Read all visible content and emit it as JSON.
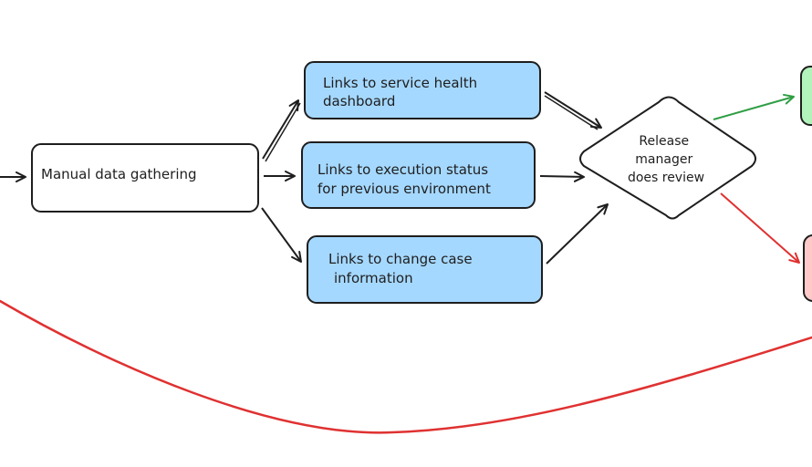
{
  "diagram": {
    "nodes": {
      "manual_data_gathering": {
        "label": "Manual data gathering"
      },
      "service_health": {
        "lines": [
          "Links to service health",
          "dashboard"
        ]
      },
      "execution_status": {
        "lines": [
          "Links to execution status",
          "for previous environment"
        ]
      },
      "change_case": {
        "lines": [
          "Links to change case",
          "information"
        ]
      },
      "release_review": {
        "lines": [
          "Release",
          "manager",
          "does review"
        ]
      },
      "approved": {
        "label": ""
      },
      "rejected": {
        "label": ""
      }
    },
    "colors": {
      "process_fill": "#a5d8ff",
      "start_fill": "#ffffff",
      "stroke": "#1e1e1e",
      "approve_fill": "#b2f2bb",
      "approve_stroke": "#2f9e44",
      "reject_fill": "#ffc9c9",
      "reject_stroke": "#e03131"
    }
  }
}
